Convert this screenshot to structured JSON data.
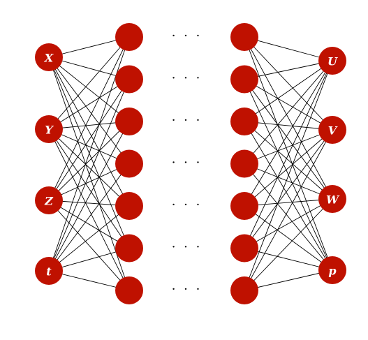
{
  "colors": {
    "node_fill": "#bf1100",
    "label_text": "#ffffff",
    "edge": "#000000"
  },
  "network": {
    "input_nodes": [
      "X",
      "Y",
      "Z",
      "t"
    ],
    "first_hidden_node_count": 7,
    "last_hidden_node_count": 7,
    "output_nodes": [
      "U",
      "V",
      "W",
      "p"
    ],
    "ellipsis": "· · ·"
  }
}
